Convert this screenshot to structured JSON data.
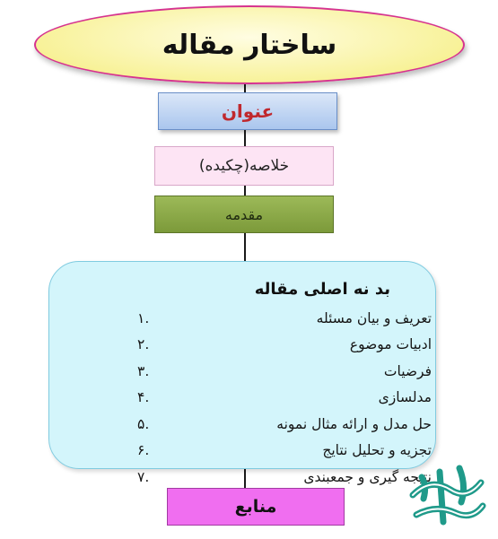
{
  "title": "ساختار مقاله",
  "boxes": {
    "title_label": "عنوان",
    "abstract_label": "خلاصه(چکیده)",
    "intro_label": "مقدمه",
    "sources_label": "منابع"
  },
  "body": {
    "heading": "بد نه اصلی مقاله",
    "items": [
      {
        "num": "۱.",
        "text": "تعریف و بیان مسئله"
      },
      {
        "num": "۲.",
        "text": "ادبیات موضوع"
      },
      {
        "num": "۳.",
        "text": "فرضیات"
      },
      {
        "num": "۴.",
        "text": "مدلسازی"
      },
      {
        "num": "۵.",
        "text": "حل مدل و ارائه  مثال نمونه"
      },
      {
        "num": "۶.",
        "text": "تجزیه و تحلیل نتایج"
      },
      {
        "num": "۷.",
        "text": "نتیجه گیری و جمعبندی"
      }
    ]
  },
  "colors": {
    "oval_fill": "#f8f29a",
    "oval_border": "#d6338f",
    "title_box": "#aac6ee",
    "title_text": "#c0282d",
    "abstract_box": "#fde4f4",
    "intro_box": "#7c9a3a",
    "body_panel": "#d3f5fb",
    "sources_box": "#f06ef0",
    "logo_green": "#1f9a8a"
  },
  "icons": {
    "logo": "calligraphy-logo-icon"
  }
}
